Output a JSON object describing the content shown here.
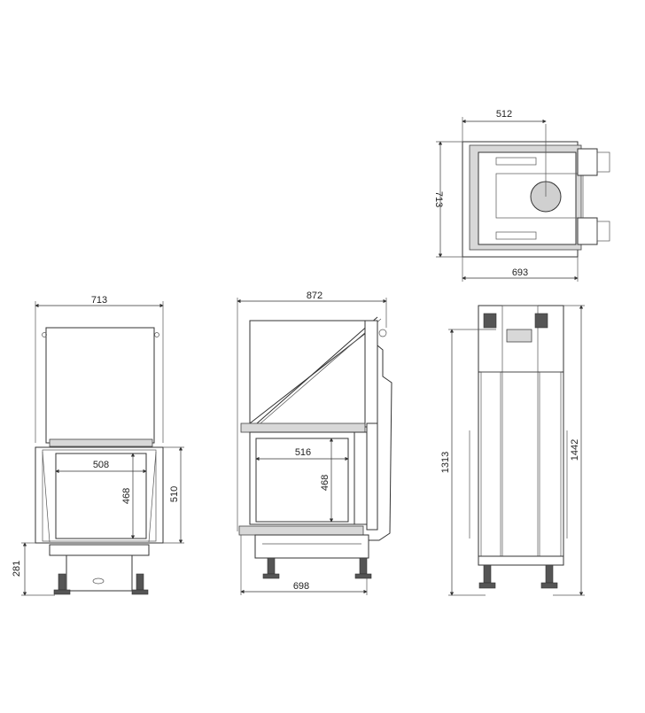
{
  "top_view": {
    "dim_width_top": "512",
    "dim_depth_left": "713",
    "dim_width_bottom": "693"
  },
  "front_view": {
    "dim_total_width": "713",
    "dim_opening_width": "508",
    "dim_opening_height": "468",
    "dim_body_height": "510",
    "dim_base_height": "281"
  },
  "side_view": {
    "dim_total_depth": "872",
    "dim_opening_width": "516",
    "dim_opening_height": "468",
    "dim_base_depth": "698"
  },
  "back_view": {
    "dim_height_inner": "1313",
    "dim_height_total": "1442"
  }
}
